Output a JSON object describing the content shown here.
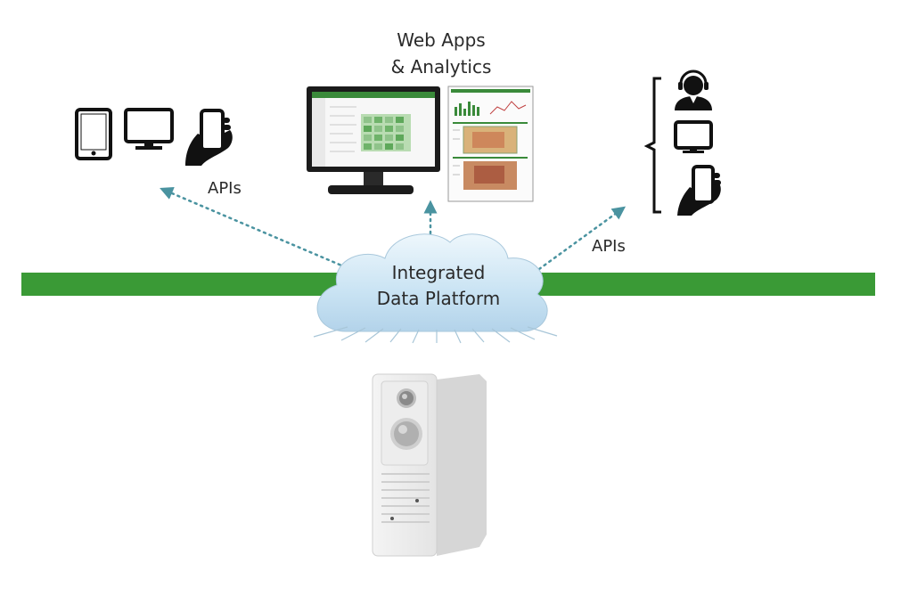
{
  "labels": {
    "web_apps_line1": "Web Apps",
    "web_apps_line2": "& Analytics",
    "apis_left": "APIs",
    "apis_right": "APIs",
    "cloud_line1": "Integrated",
    "cloud_line2": "Data Platform"
  },
  "colors": {
    "network_bar": "#3a9a36",
    "arrow": "#4a93a0",
    "icon": "#111111",
    "cloud_fill_top": "#d9eef9",
    "cloud_fill_bottom": "#b8d9ee"
  },
  "icons": [
    "tablet-icon",
    "desktop-icon",
    "hand-phone-icon",
    "monitor-dashboard-icon",
    "report-page-icon",
    "support-agent-icon",
    "monitor-icon",
    "bracket-icon",
    "sensor-device-icon"
  ]
}
